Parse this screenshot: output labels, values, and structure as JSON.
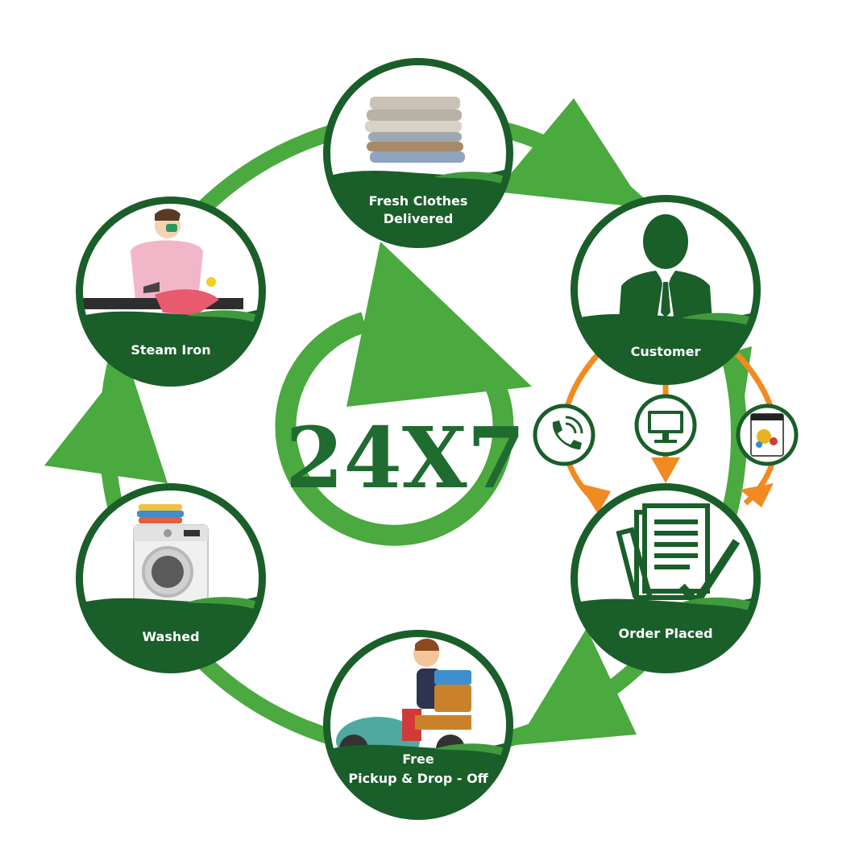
{
  "center": {
    "text": "24X7"
  },
  "steps": [
    {
      "id": "fresh",
      "label_lines": [
        "Fresh Clothes",
        "Delivered"
      ],
      "icon": "folded-clothes-icon"
    },
    {
      "id": "customer",
      "label_lines": [
        "Customer"
      ],
      "icon": "businessman-icon"
    },
    {
      "id": "order",
      "label_lines": [
        "Order Placed"
      ],
      "icon": "order-document-check-icon"
    },
    {
      "id": "pickup",
      "label_lines": [
        "Free",
        "Pickup & Drop - Off"
      ],
      "icon": "scooter-delivery-icon"
    },
    {
      "id": "washed",
      "label_lines": [
        "Washed"
      ],
      "icon": "washing-machine-icon"
    },
    {
      "id": "iron",
      "label_lines": [
        "Steam Iron"
      ],
      "icon": "ironing-person-icon"
    }
  ],
  "channels": [
    "phone-call-icon",
    "computer-monitor-icon",
    "mobile-app-icon"
  ],
  "colors": {
    "arrow_green": "#4aa93f",
    "dark_green": "#1a5e2a",
    "wave_green": "#3f9a3c",
    "orange": "#f28a22",
    "white": "#ffffff"
  }
}
